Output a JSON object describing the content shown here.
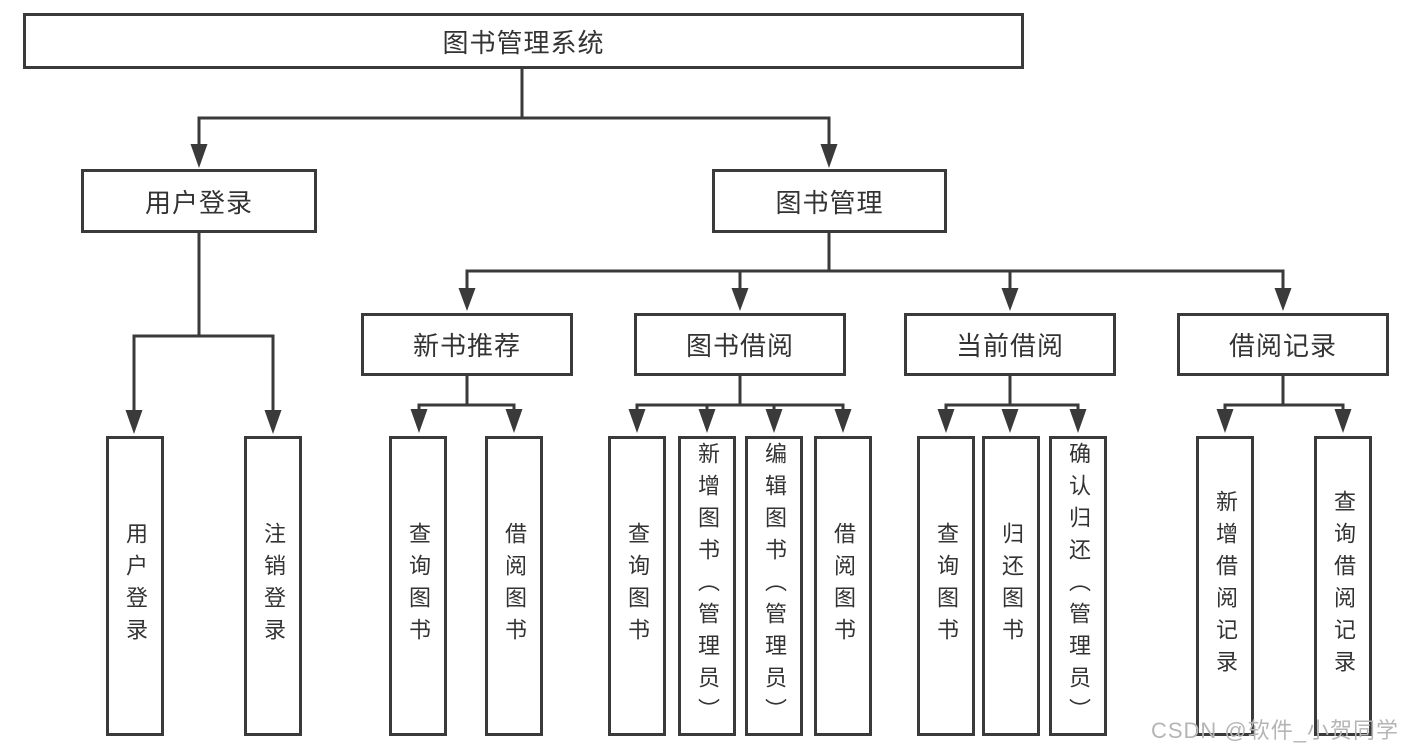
{
  "nodes": {
    "root": "图书管理系统",
    "user_login": "用户登录",
    "book_mgmt": "图书管理",
    "user_login_children": [
      "用户登录",
      "注销登录"
    ],
    "sections": [
      {
        "label": "新书推荐",
        "children": [
          "查询图书",
          "借阅图书"
        ]
      },
      {
        "label": "图书借阅",
        "children": [
          "查询图书",
          "新增图书（管理员）",
          "编辑图书（管理员）",
          "借阅图书"
        ]
      },
      {
        "label": "当前借阅",
        "children": [
          "查询图书",
          "归还图书",
          "确认归还（管理员）"
        ]
      },
      {
        "label": "借阅记录",
        "children": [
          "新增借阅记录",
          "查询借阅记录"
        ]
      }
    ]
  },
  "watermark": "CSDN @软件_小贺同学",
  "colors": {
    "line": "#3a3a3a",
    "text": "#333333",
    "box_bg": "#ffffff",
    "watermark": "#b5b5b5",
    "background": "#ffffff"
  }
}
